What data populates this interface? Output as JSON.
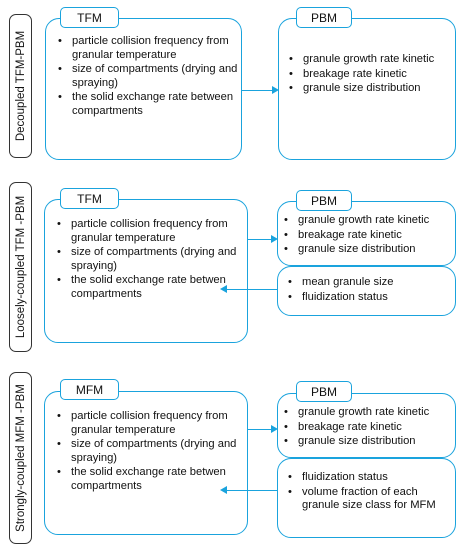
{
  "panels": [
    {
      "side_label": "Decoupled TFM-PBM",
      "left_title": "TFM",
      "left_items": [
        "particle collision frequency from granular temperature",
        "size of compartments (drying and spraying)",
        "the solid exchange rate between compartments"
      ],
      "right_title": "PBM",
      "right_items": [
        "granule growth rate kinetic",
        "breakage rate kinetic",
        "granule size distribution"
      ]
    },
    {
      "side_label": "Loosely-coupled TFM -PBM",
      "left_title": "TFM",
      "left_items": [
        "particle collision frequency from granular temperature",
        "size of compartments (drying and spraying)",
        "the solid exchange rate betwen compartments"
      ],
      "right_title": "PBM",
      "right_items": [
        "granule growth rate kinetic",
        "breakage rate kinetic",
        "granule size distribution"
      ],
      "feedback_items": [
        "mean granule size",
        "fluidization status"
      ]
    },
    {
      "side_label": "Strongly-coupled MFM -PBM",
      "left_title": "MFM",
      "left_items": [
        "particle collision frequency from granular temperature",
        "size of compartments (drying and spraying)",
        "the solid exchange rate betwen compartments"
      ],
      "right_title": "PBM",
      "right_items": [
        "granule growth rate kinetic",
        "breakage rate kinetic",
        "granule size distribution"
      ],
      "feedback_items": [
        "fluidization status",
        "volume fraction of each granule size class for MFM"
      ]
    }
  ],
  "colors": {
    "accent": "#1aa3dd",
    "side_border": "#333333"
  }
}
